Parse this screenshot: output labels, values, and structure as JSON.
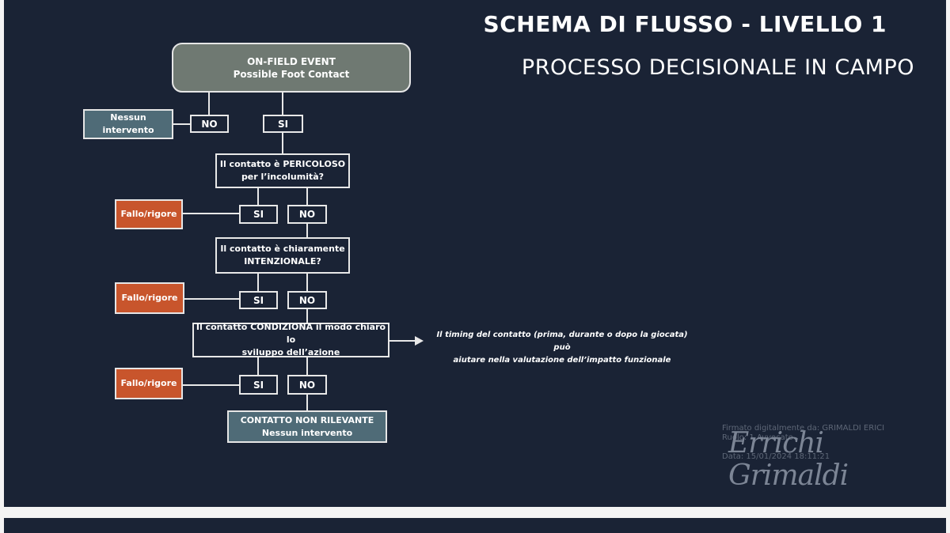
{
  "titles": {
    "main": "SCHEMA DI FLUSSO - LIVELLO 1",
    "sub": "PROCESSO DECISIONALE IN CAMPO"
  },
  "start": {
    "line1": "ON-FIELD EVENT",
    "line2": "Possible Foot Contact"
  },
  "nessun_intervento": "Nessun intervento",
  "answers": {
    "no": "NO",
    "si": "SI"
  },
  "questions": {
    "q1": {
      "line1": "Il contatto è PERICOLOSO",
      "line2": "per l’incolumità?"
    },
    "q2": {
      "line1": "Il contatto è chiaramente",
      "line2": "INTENZIONALE?"
    },
    "q3": {
      "line1": "Il contatto CONDIZIONA il modo chiaro lo",
      "line2": "sviluppo dell’azione"
    }
  },
  "outcome_foul": "Fallo/rigore",
  "end": {
    "line1": "CONTATTO NON RILEVANTE",
    "line2": "Nessun intervento"
  },
  "note": {
    "line1": "Il timing del contatto (prima, durante o dopo la giocata) può",
    "line2": "aiutare nella valutazione dell’impatto funzionale"
  },
  "signature": {
    "script": "Errichi Grimaldi",
    "line1": "Firmato digitalmente da: GRIMALDI ERICI",
    "line2": "Ruolo: 1 Avvocato",
    "line3": "Data: 15/01/2024 18:11:21"
  },
  "colors": {
    "background": "#1a2335",
    "start_box": "#6f7972",
    "teal_box": "#4f6b77",
    "foul_box": "#c8552c",
    "line": "#e8e8e8"
  }
}
